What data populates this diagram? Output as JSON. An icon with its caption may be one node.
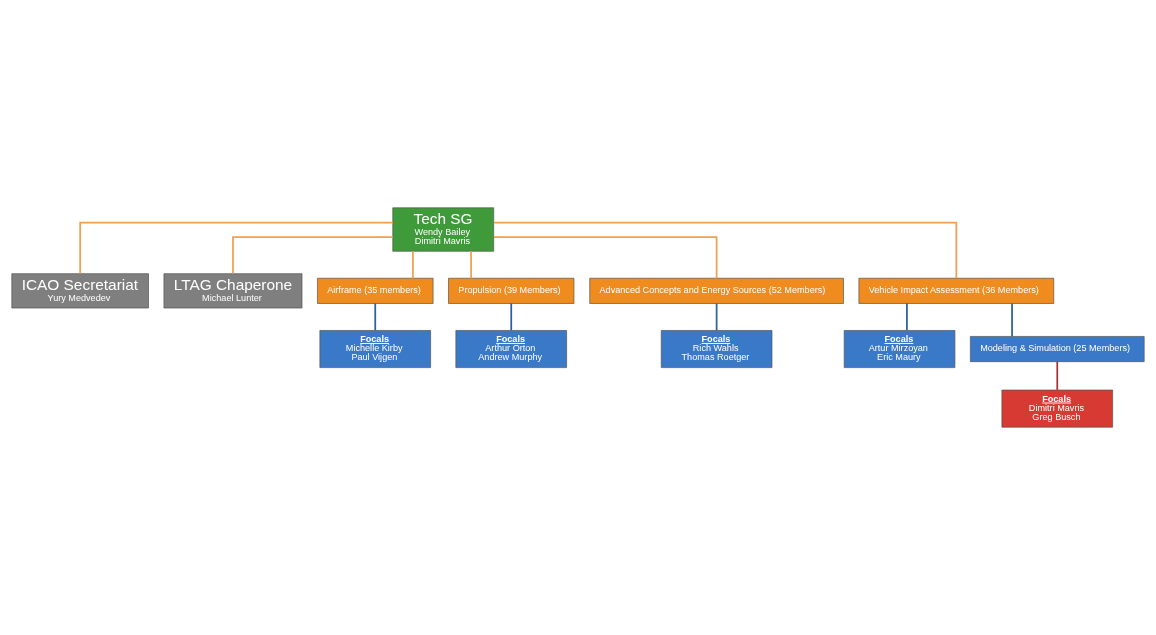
{
  "diagram": {
    "nodes": [
      {
        "text": [
          "Tech SG",
          "Wendy Bailey",
          "Dimitri Mavris"
        ]
      },
      {
        "text": [
          "ICAO Secretariat",
          "Yury Medvedev"
        ]
      },
      {
        "text": [
          "LTAG Chaperone",
          "Michael Lunter"
        ]
      },
      {
        "text": [
          "Airframe (35 members)"
        ]
      },
      {
        "text": [
          "Propulsion (39 Members)"
        ]
      },
      {
        "text": [
          "Advanced Concepts and Energy Sources (52 Members)"
        ]
      },
      {
        "text": [
          "Vehicle Impact Assessment (36 Members)"
        ]
      },
      {
        "text": [
          "Focals",
          "Michelle Kirby",
          "Paul Vijgen"
        ]
      },
      {
        "text": [
          "Focals",
          "Arthur Orton",
          "Andrew Murphy"
        ]
      },
      {
        "text": [
          "Focals",
          "Rich Wahls",
          "Thomas Roetger"
        ]
      },
      {
        "text": [
          "Focals",
          "Artur Mirzoyan",
          "Eric Maury"
        ]
      },
      {
        "text": [
          "Modeling & Simulation (25 Members)"
        ]
      },
      {
        "text": [
          "Focals",
          "Dimitri Mavris",
          "Greg Busch"
        ]
      }
    ],
    "edges": [
      {
        "from": 0,
        "to": 1,
        "arrow": "none"
      },
      {
        "from": 0,
        "to": 2,
        "arrow": "none"
      },
      {
        "from": 0,
        "to": 3,
        "arrow": "none"
      },
      {
        "from": 0,
        "to": 4,
        "arrow": "none"
      },
      {
        "from": 0,
        "to": 5,
        "arrow": "none"
      },
      {
        "from": 0,
        "to": 6,
        "arrow": "none"
      },
      {
        "from": 3,
        "to": 7,
        "arrow": "none",
        "color": "#2e5f9e"
      },
      {
        "from": 4,
        "to": 8,
        "arrow": "none",
        "color": "#2e5f9e"
      },
      {
        "from": 5,
        "to": 9,
        "arrow": "none",
        "color": "#2e5f9e"
      },
      {
        "from": 6,
        "to": 10,
        "arrow": "none",
        "color": "#2e5f9e"
      },
      {
        "from": 6,
        "to": 11,
        "arrow": "none",
        "color": "#2e5f9e"
      },
      {
        "from": 11,
        "to": 12,
        "arrow": "none",
        "color": "#a83232"
      }
    ]
  }
}
